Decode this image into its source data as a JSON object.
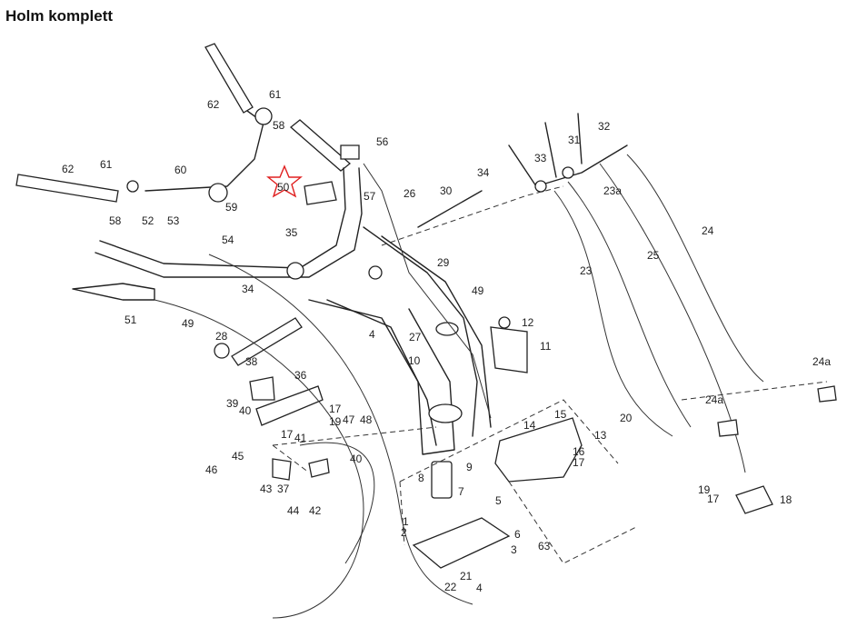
{
  "title": "Holm komplett",
  "highlight_color": "#e02020",
  "highlighted_part": "50",
  "labels": [
    "62",
    "61",
    "58",
    "56",
    "50",
    "57",
    "26",
    "30",
    "34",
    "33",
    "31",
    "32",
    "23a",
    "24",
    "25",
    "23",
    "61",
    "60",
    "62",
    "59",
    "58",
    "52",
    "53",
    "54",
    "35",
    "29",
    "49",
    "34",
    "51",
    "49",
    "28",
    "38",
    "36",
    "39",
    "40",
    "27",
    "12",
    "11",
    "10",
    "4",
    "24a",
    "24a",
    "20",
    "17",
    "19",
    "47",
    "48",
    "17",
    "41",
    "45",
    "46",
    "40",
    "43",
    "37",
    "44",
    "42",
    "14",
    "15",
    "13",
    "16",
    "17",
    "9",
    "8",
    "7",
    "5",
    "1",
    "2",
    "6",
    "3",
    "63",
    "21",
    "22",
    "4",
    "19",
    "17",
    "18"
  ]
}
